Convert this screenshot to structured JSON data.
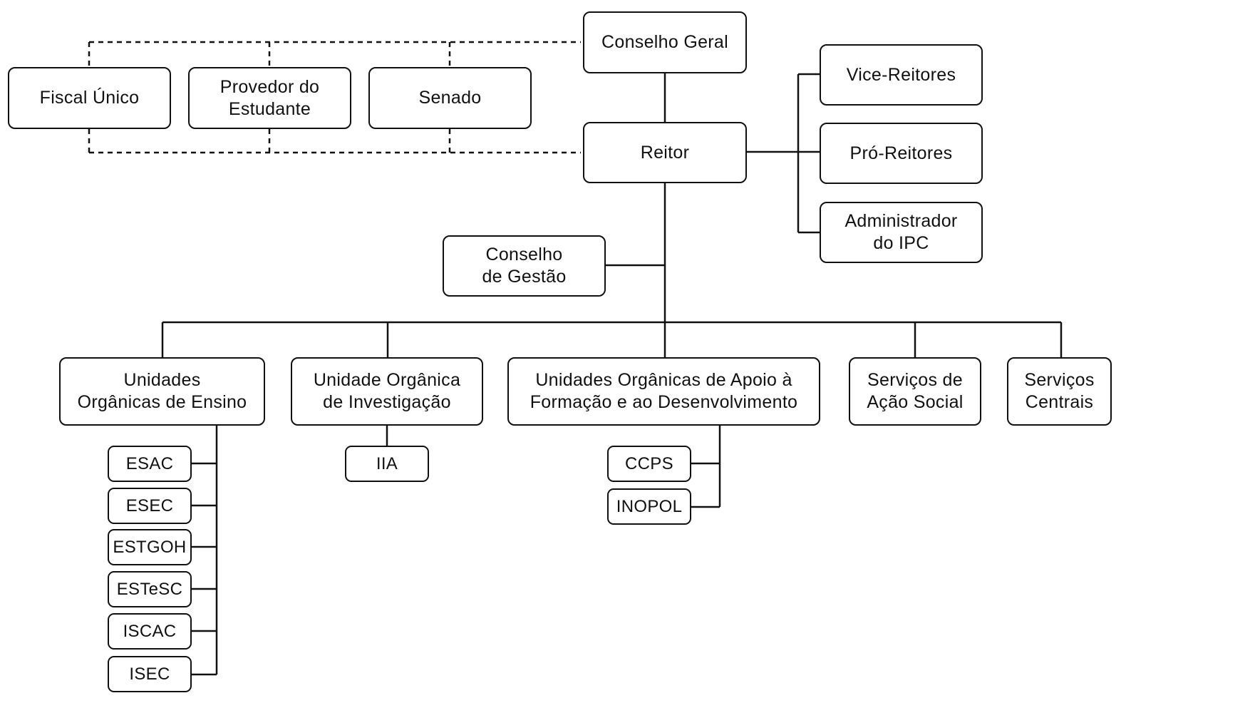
{
  "nodes": {
    "conselho_geral": "Conselho Geral",
    "fiscal_unico": "Fiscal Único",
    "provedor": "Provedor do\nEstudante",
    "senado": "Senado",
    "reitor": "Reitor",
    "vice_reitores": "Vice-Reitores",
    "pro_reitores": "Pró-Reitores",
    "administrador": "Administrador\ndo IPC",
    "conselho_gestao": "Conselho\nde Gestão",
    "uo_ensino": "Unidades\nOrgânicas de Ensino",
    "uo_investigacao": "Unidade Orgânica\nde Investigação",
    "uo_apoio": "Unidades Orgânicas de Apoio à\nFormação e ao Desenvolvimento",
    "servicos_acao_social": "Serviços de\nAção Social",
    "servicos_centrais": "Serviços\nCentrais",
    "esac": "ESAC",
    "esec": "ESEC",
    "estgoh": "ESTGOH",
    "estesc": "ESTeSC",
    "iscac": "ISCAC",
    "isec": "ISEC",
    "iia": "IIA",
    "ccps": "CCPS",
    "inopol": "INOPOL"
  }
}
